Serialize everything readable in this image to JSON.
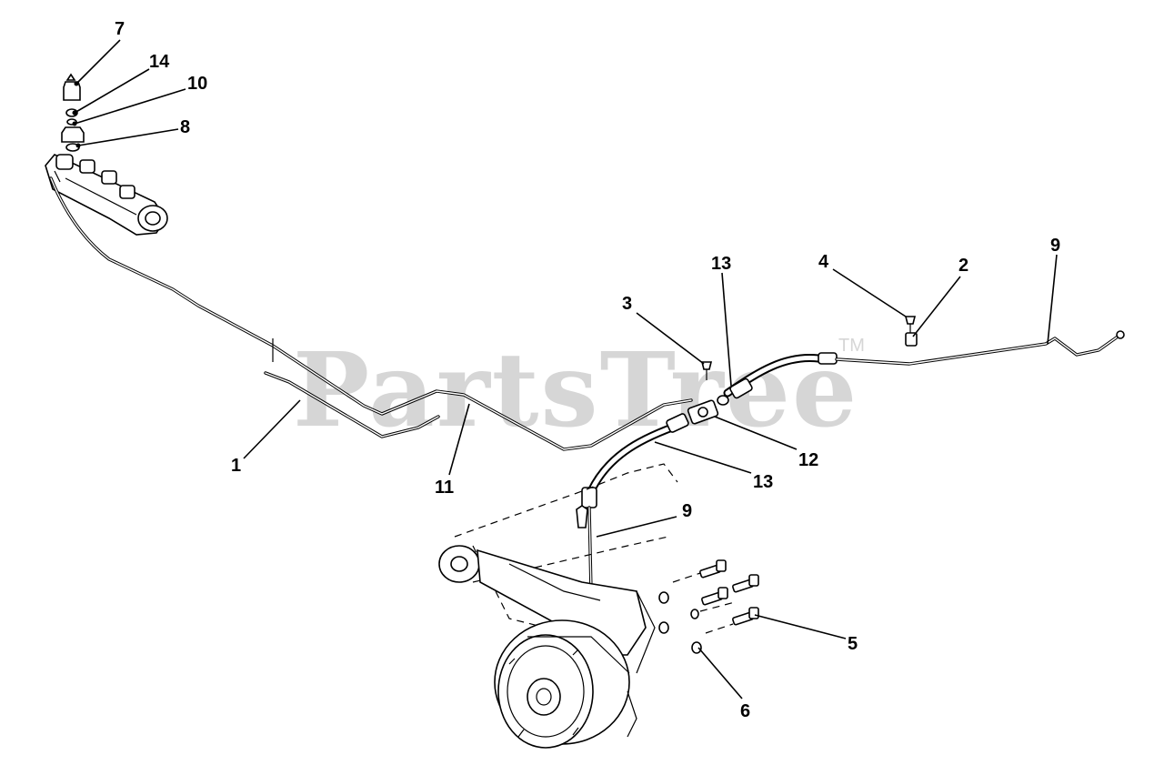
{
  "watermark": {
    "text": "PartsTree",
    "tm": "TM"
  },
  "callouts": [
    {
      "id": "c7",
      "label": "7"
    },
    {
      "id": "c14",
      "label": "14"
    },
    {
      "id": "c10",
      "label": "10"
    },
    {
      "id": "c8",
      "label": "8"
    },
    {
      "id": "c13a",
      "label": "13"
    },
    {
      "id": "c4",
      "label": "4"
    },
    {
      "id": "c2",
      "label": "2"
    },
    {
      "id": "c9a",
      "label": "9"
    },
    {
      "id": "c3",
      "label": "3"
    },
    {
      "id": "c12",
      "label": "12"
    },
    {
      "id": "c1",
      "label": "1"
    },
    {
      "id": "c11",
      "label": "11"
    },
    {
      "id": "c13b",
      "label": "13"
    },
    {
      "id": "c9b",
      "label": "9"
    },
    {
      "id": "c5",
      "label": "5"
    },
    {
      "id": "c6",
      "label": "6"
    }
  ],
  "colors": {
    "line": "#000000",
    "watermark": "#d6d6d6",
    "background": "#ffffff"
  }
}
